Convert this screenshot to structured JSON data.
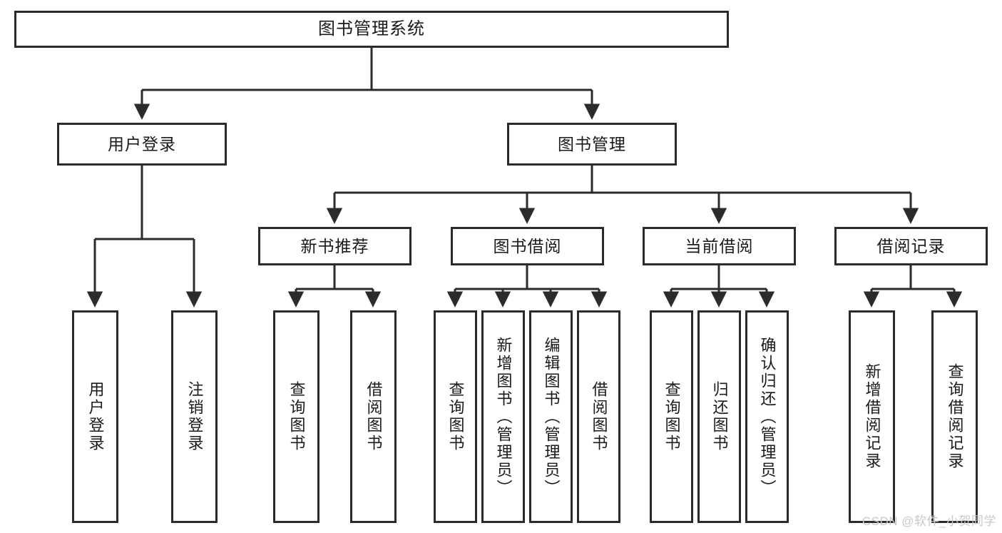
{
  "diagram": {
    "title": "图书管理系统",
    "type": "tree",
    "orientation": "top-down",
    "colors": {
      "box_border": "#2b2b2b",
      "box_fill": "#ffffff",
      "connector": "#2b2b2b",
      "text": "#1a1a1a",
      "watermark": "#c9c9c9",
      "background": "#ffffff"
    },
    "root": {
      "id": "root",
      "label": "图书管理系统"
    },
    "level1": [
      {
        "id": "user-login",
        "label": "用户登录"
      },
      {
        "id": "book-manage",
        "label": "图书管理"
      }
    ],
    "level2": [
      {
        "id": "new-book-recommend",
        "label": "新书推荐",
        "parent": "book-manage"
      },
      {
        "id": "book-borrow",
        "label": "图书借阅",
        "parent": "book-manage"
      },
      {
        "id": "current-borrow",
        "label": "当前借阅",
        "parent": "book-manage"
      },
      {
        "id": "borrow-record",
        "label": "借阅记录",
        "parent": "book-manage"
      }
    ],
    "leaves": {
      "user_login": [
        {
          "id": "leaf-user-login",
          "label": "用户登录"
        },
        {
          "id": "leaf-user-logout",
          "label": "注销登录"
        }
      ],
      "new_book_recommend": [
        {
          "id": "leaf-query-book-1",
          "label": "查询图书"
        },
        {
          "id": "leaf-borrow-book-1",
          "label": "借阅图书"
        }
      ],
      "book_borrow": [
        {
          "id": "leaf-query-book-2",
          "label": "查询图书"
        },
        {
          "id": "leaf-add-book",
          "label": "新增图书（管理员）"
        },
        {
          "id": "leaf-edit-book",
          "label": "编辑图书（管理员）"
        },
        {
          "id": "leaf-borrow-book-2",
          "label": "借阅图书"
        }
      ],
      "current_borrow": [
        {
          "id": "leaf-query-book-3",
          "label": "查询图书"
        },
        {
          "id": "leaf-return-book",
          "label": "归还图书"
        },
        {
          "id": "leaf-confirm-return",
          "label": "确认归还（管理员）"
        }
      ],
      "borrow_record": [
        {
          "id": "leaf-add-record",
          "label": "新增借阅记录"
        },
        {
          "id": "leaf-query-record",
          "label": "查询借阅记录"
        }
      ]
    }
  },
  "watermark": {
    "text": "CSDN @软件_小贺同学"
  }
}
